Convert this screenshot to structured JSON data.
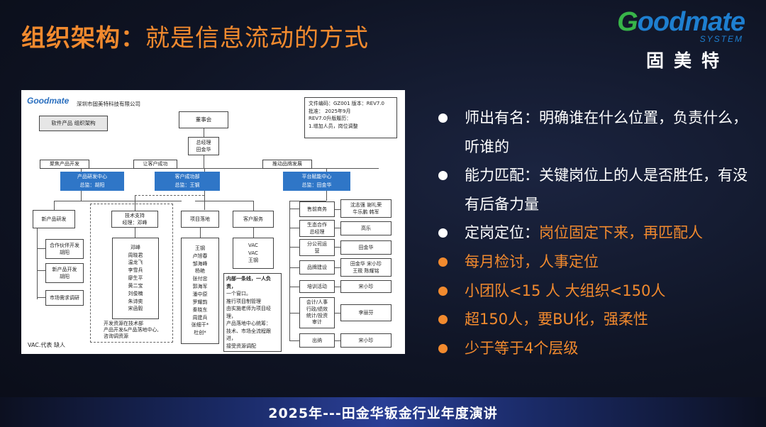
{
  "slide": {
    "title_main": "组织架构：",
    "title_sub": "就是信息流动的方式"
  },
  "logo": {
    "word_g": "G",
    "word_rest": "oodmate",
    "system": "SYSTEM",
    "cn": "固美特"
  },
  "org": {
    "company": "深圳市固美特科技有限公司",
    "logo_text": "Goodmate",
    "tag": "软件产品 组织架构",
    "doc_info": [
      "文件编码：GZ001  版本：REV7.0",
      "批准：        2025年9月",
      "REV7.0升版履历：",
      "1.增加人员，岗位调整"
    ],
    "board": "董事会",
    "gm_title": "总经理",
    "gm_name": "田金华",
    "flow_labels": [
      "聚焦产品开发",
      "让客户成功",
      "推动品牌发展"
    ],
    "centers": [
      {
        "name": "产品研发中心",
        "lead": "总监：胡阳"
      },
      {
        "name": "客户成功部",
        "lead": "总监：王钢"
      },
      {
        "name": "平台赋能中心",
        "lead": "总监：田金华"
      }
    ],
    "rd": {
      "head": "新产品研发",
      "items": [
        [
          "合作伙伴开发",
          "胡阳"
        ],
        [
          "新产品开发",
          "胡阳"
        ],
        [
          "市场需求调研"
        ]
      ]
    },
    "tech": {
      "head": [
        "技术支持",
        "经理：邓峰"
      ],
      "members": [
        "邓峰",
        "周晓君",
        "温龙飞",
        "李雪兵",
        "廖生平",
        "黄二宝",
        "刘俊楠",
        "朱诗奕",
        "宋函毅"
      ],
      "note": [
        "开发资源在技术部",
        "产品开发&产品落地中心,",
        "咨询调资源"
      ]
    },
    "project": {
      "head": "项目落地",
      "members": [
        "王钢",
        "卢旭春",
        "邹海峰",
        "杨艳",
        "张付忠",
        "郭海军",
        "潘中原",
        "罗耀韵",
        "秦晓东",
        "周建兵",
        "张细干*",
        "杜创*"
      ]
    },
    "service": {
      "head": "客户服务",
      "members": [
        "VAC",
        "VAC",
        "王钢"
      ]
    },
    "note_box": [
      "内部一条线，一人负责，",
      "一个窗口。",
      "推行项目制管理",
      "由实施老师为项目经理，",
      "产品落地中心统筹：",
      "技术、市场全流程跟进，",
      "接受资源调配"
    ],
    "platform": [
      {
        "dept": "售前商务",
        "people": [
          "沈志强  谢礼荣",
          "牛乐鹏  韩军"
        ]
      },
      {
        "dept": [
          "生态合作",
          "总经理"
        ],
        "people": [
          "高乐"
        ]
      },
      {
        "dept": [
          "分公司运",
          "营"
        ],
        "people": [
          "田金华"
        ]
      },
      {
        "dept": "品牌建设",
        "people": [
          "田金华  宋小珍",
          "王筱  陈耀铭"
        ]
      },
      {
        "dept": "培训活动",
        "people": [
          "宋小珍"
        ]
      },
      {
        "dept": [
          "会计/人事",
          "行政/绩效",
          "统计/投资",
          "审计"
        ],
        "people": [
          "李丽芬"
        ]
      },
      {
        "dept": "出纳",
        "people": [
          "宋小珍"
        ]
      }
    ],
    "vac_note": "VAC.代表 缺人"
  },
  "bullets": [
    {
      "text": "师出有名：明确谁在什么位置，负责什么，听谁的",
      "color": "white"
    },
    {
      "text": "能力匹配：关键岗位上的人是否胜任，有没有后备力量",
      "color": "white"
    },
    {
      "prefix": "定岗定位：",
      "highlight": "岗位固定下来，再匹配人",
      "color": "mixed"
    },
    {
      "text": "每月检讨，人事定位",
      "color": "orange"
    },
    {
      "text": "小团队<15 人  大组织<150人",
      "color": "orange"
    },
    {
      "text": "超150人，要BU化，强柔性",
      "color": "orange"
    },
    {
      "text": "少于等于4个层级",
      "color": "orange"
    }
  ],
  "footer": "2025年---田金华钣金行业年度演讲",
  "colors": {
    "accent_orange": "#f28a2e",
    "org_blue": "#2f76c7",
    "logo_blue": "#1e7fd0",
    "logo_green": "#38b549"
  }
}
